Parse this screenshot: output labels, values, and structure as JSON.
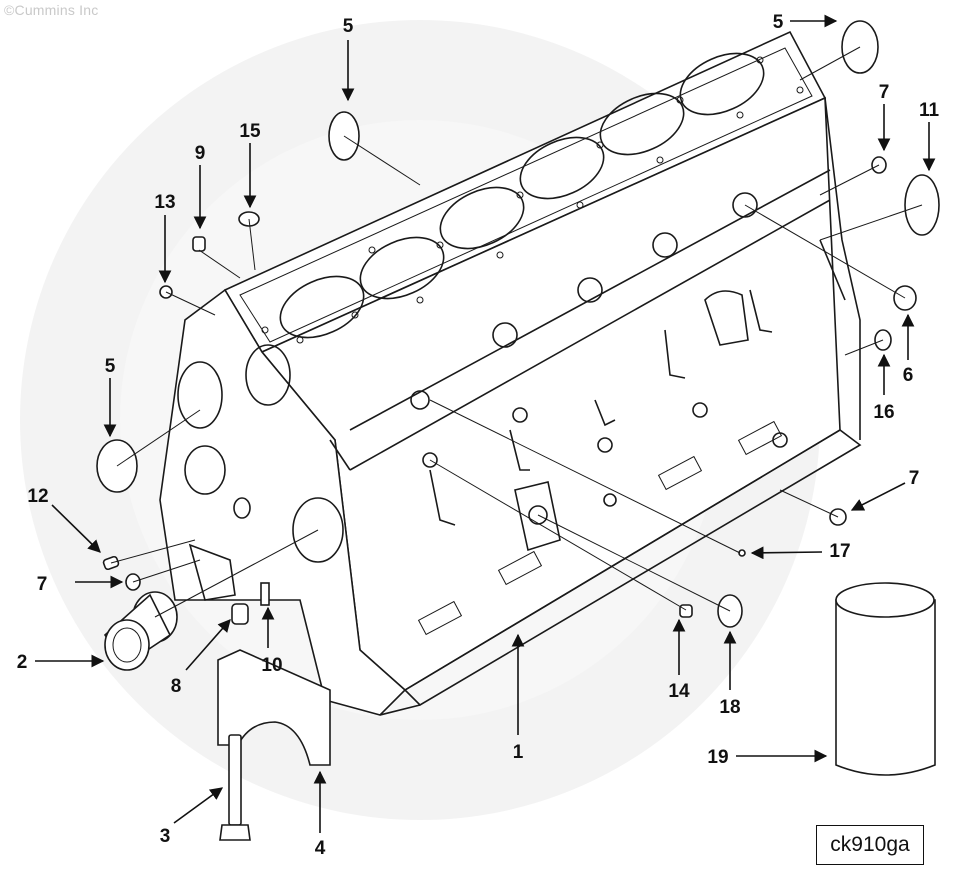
{
  "copyright": "©Cummins Inc",
  "reference_code": "ck910ga",
  "watermark_color": "#eeeeee",
  "line_color": "#1a1a1a",
  "callouts": [
    {
      "id": "c5a",
      "label": "5"
    },
    {
      "id": "c5b",
      "label": "5"
    },
    {
      "id": "c5c",
      "label": "5"
    },
    {
      "id": "c7a",
      "label": "7"
    },
    {
      "id": "c7b",
      "label": "7"
    },
    {
      "id": "c7c",
      "label": "7"
    },
    {
      "id": "c11",
      "label": "11"
    },
    {
      "id": "c9",
      "label": "9"
    },
    {
      "id": "c15",
      "label": "15"
    },
    {
      "id": "c13",
      "label": "13"
    },
    {
      "id": "c6",
      "label": "6"
    },
    {
      "id": "c16",
      "label": "16"
    },
    {
      "id": "c12",
      "label": "12"
    },
    {
      "id": "c17",
      "label": "17"
    },
    {
      "id": "c2",
      "label": "2"
    },
    {
      "id": "c8",
      "label": "8"
    },
    {
      "id": "c10",
      "label": "10"
    },
    {
      "id": "c1",
      "label": "1"
    },
    {
      "id": "c14",
      "label": "14"
    },
    {
      "id": "c18",
      "label": "18"
    },
    {
      "id": "c19",
      "label": "19"
    },
    {
      "id": "c3",
      "label": "3"
    },
    {
      "id": "c4",
      "label": "4"
    }
  ]
}
